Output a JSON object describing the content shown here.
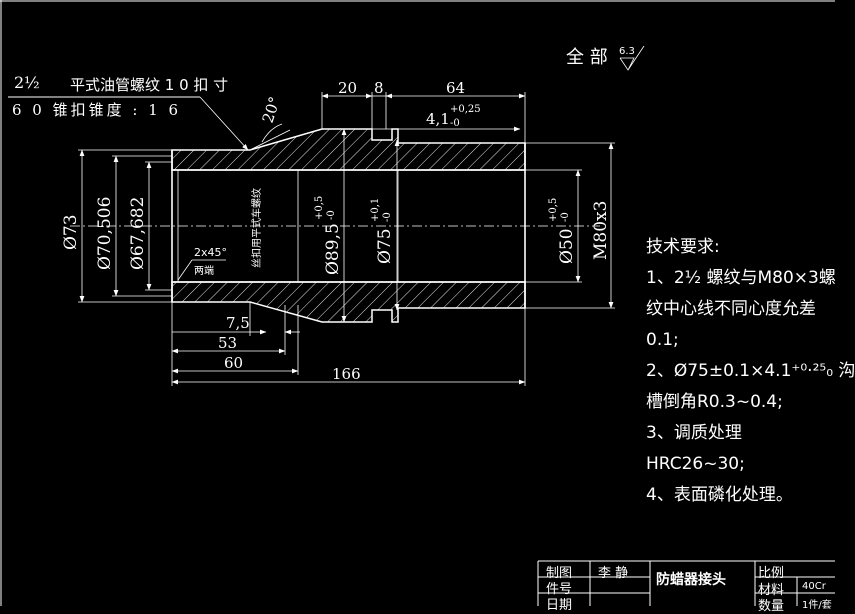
{
  "roughness": {
    "prefix": "全 部",
    "value": "6.3"
  },
  "thread_note": {
    "fraction": "2½",
    "line1": "平式油管螺纹 1 0 扣 寸",
    "line2": "6 0 锥扣锥度 : 1 6"
  },
  "angle_label": "20°",
  "dims": {
    "d20": "20",
    "d8": "8",
    "d64": "64",
    "groove": "4,1",
    "groove_tol_up": "+0,25",
    "groove_tol_low": "-0",
    "phi73": "Ø73",
    "phi70": "Ø70,506",
    "phi67": "Ø67,682",
    "phi89": "Ø89,5",
    "phi89_up": "+0,5",
    "phi89_low": "-0",
    "phi75": "Ø75",
    "phi75_up": "+0,1",
    "phi75_low": "-0",
    "phi50": "Ø50",
    "phi50_up": "+0,5",
    "phi50_low": "-0",
    "m80": "M80x3",
    "d7_5": "7,5",
    "d53": "53",
    "d60": "60",
    "d166": "166",
    "chamfer": "2x45°",
    "chamfer_note": "两端",
    "thread_label": "丝扣用平式车螺纹"
  },
  "notes": {
    "title": "技术要求:",
    "lines": [
      "1、2½ 螺纹与M80×3螺",
      "纹中心线不同心度允差",
      "0.1;",
      "2、Ø75±0.1×4.1⁺⁰·²⁵₀ 沟",
      "槽倒角R0.3~0.4;",
      "3、调质处理",
      "HRC26~30;",
      "4、表面磷化处理。"
    ]
  },
  "title_block": {
    "drawn_by_label": "制图",
    "drawn_by": "李 静",
    "part_no_label": "件号",
    "date_label": "日期",
    "part_name": "防蜡器接头",
    "scale_label": "比例",
    "material_label": "材料",
    "material": "40Cr",
    "qty_label": "数量",
    "qty": "1件/套"
  }
}
